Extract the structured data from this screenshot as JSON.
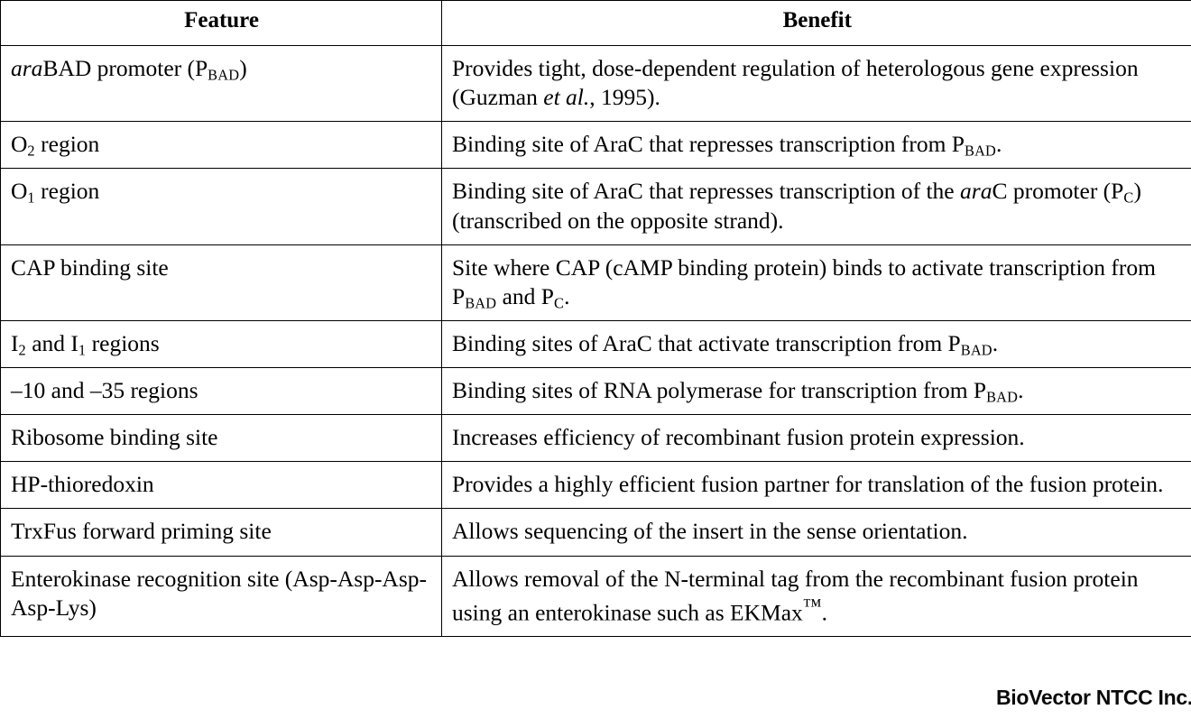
{
  "table": {
    "headers": {
      "feature": "Feature",
      "benefit": "Benefit"
    },
    "rows": [
      {
        "feature_html": "<i>ara</i>BAD promoter (P<sub>BAD</sub>)",
        "feature_text": "araBAD promoter (PBAD)",
        "benefit_html": "Provides tight, dose-dependent regulation of heterologous gene expression (Guzman <i>et al.</i>, 1995).",
        "benefit_text": "Provides tight, dose-dependent regulation of heterologous gene expression (Guzman et al., 1995)."
      },
      {
        "feature_html": "O<sub>2</sub> region",
        "feature_text": "O2 region",
        "benefit_html": "Binding site of AraC that represses transcription from P<sub>BAD</sub>.",
        "benefit_text": "Binding site of AraC that represses transcription from PBAD."
      },
      {
        "feature_html": "O<sub>1</sub> region",
        "feature_text": "O1 region",
        "benefit_html": "Binding site of AraC that represses transcription of the <i>ara</i>C promoter (P<sub>C</sub>) (transcribed on the opposite strand).",
        "benefit_text": "Binding site of AraC that represses transcription of the araC promoter (PC) (transcribed on the opposite strand)."
      },
      {
        "feature_html": "CAP binding site",
        "feature_text": "CAP binding site",
        "benefit_html": "Site where CAP (cAMP binding protein) binds to activate transcription from P<sub>BAD</sub> and P<sub>C</sub>.",
        "benefit_text": "Site where CAP (cAMP binding protein) binds to activate transcription from PBAD and PC."
      },
      {
        "feature_html": "I<sub>2</sub> and I<sub>1</sub> regions",
        "feature_text": "I2 and I1 regions",
        "benefit_html": "Binding sites of AraC that activate transcription from P<sub>BAD</sub>.",
        "benefit_text": "Binding sites of AraC that activate transcription from PBAD."
      },
      {
        "feature_html": "–10 and –35 regions",
        "feature_text": "–10 and –35 regions",
        "benefit_html": "Binding sites of RNA polymerase for transcription from P<sub>BAD</sub>.",
        "benefit_text": "Binding sites of RNA polymerase for transcription from PBAD."
      },
      {
        "feature_html": "Ribosome binding site",
        "feature_text": "Ribosome binding site",
        "benefit_html": "Increases efficiency of recombinant fusion protein expression.",
        "benefit_text": "Increases efficiency of recombinant fusion protein expression."
      },
      {
        "feature_html": "HP-thioredoxin",
        "feature_text": "HP-thioredoxin",
        "benefit_html": "Provides a highly efficient fusion partner for translation of the fusion protein.",
        "benefit_text": "Provides a highly efficient fusion partner for translation of the fusion protein."
      },
      {
        "feature_html": "TrxFus forward priming site",
        "feature_text": "TrxFus forward priming site",
        "benefit_html": "Allows sequencing of the insert in the sense orientation.",
        "benefit_text": "Allows sequencing of the insert in the sense orientation."
      },
      {
        "feature_html": "Enterokinase recognition site (Asp-Asp-Asp-Asp-Lys)",
        "feature_text": "Enterokinase recognition site (Asp-Asp-Asp-Asp-Lys)",
        "benefit_html": "Allows removal of the N-terminal tag from the recombinant fusion protein using an enterokinase such as EKMax<sup>™</sup>.",
        "benefit_text": "Allows removal of the N-terminal tag from the recombinant fusion protein using an enterokinase such as EKMax™."
      }
    ]
  },
  "watermark": {
    "text": "BioVector NTCC Inc."
  },
  "colors": {
    "border": "#000000",
    "text": "#000000",
    "background": "#ffffff",
    "watermark": "#0a0a0a"
  }
}
